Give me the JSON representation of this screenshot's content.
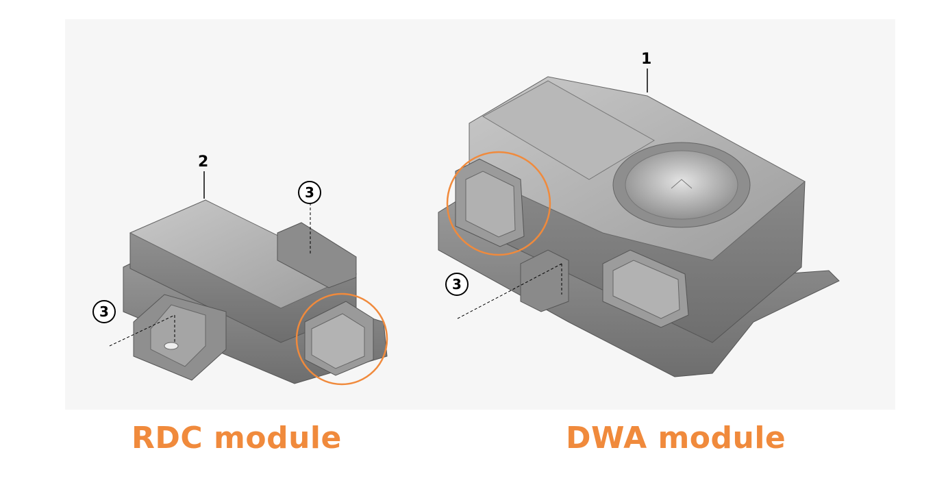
{
  "callouts": {
    "item1": "1",
    "item2": "2",
    "item3_rdc_top": "3",
    "item3_rdc_left": "3",
    "item3_dwa_left": "3"
  },
  "captions": {
    "rdc": "RDC module",
    "dwa": "DWA module"
  },
  "colors": {
    "accent": "#f08a3c",
    "panel": "#f6f6f6",
    "body": "#a9a9a9"
  }
}
